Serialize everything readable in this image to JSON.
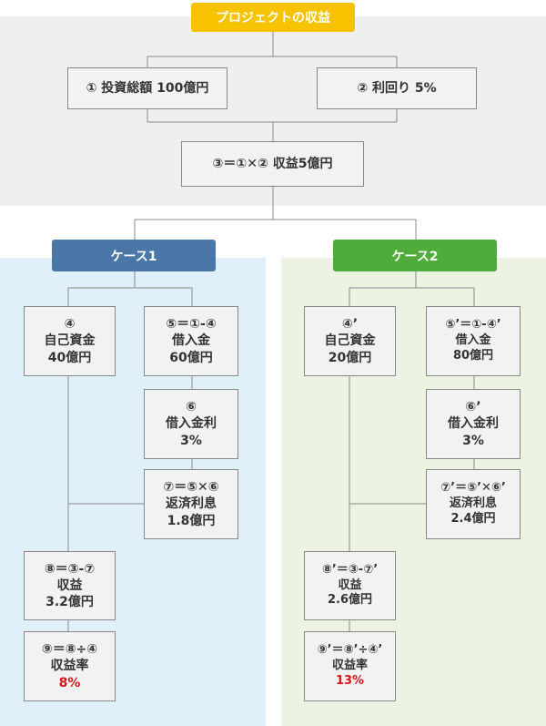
{
  "colors": {
    "top_bg": "#efefef",
    "case1_bg": "#dff0fa",
    "case2_bg": "#ecf3e2",
    "title_bg": "#f7c300",
    "case1_header": "#4a77a8",
    "case2_header": "#4fac3a",
    "highlight": "#d8141c"
  },
  "title": "プロジェクトの収益",
  "top": {
    "investment": "① 投資総額 100億円",
    "yield": "② 利回り 5%",
    "revenue": "③＝①✕② 収益5億円"
  },
  "case1": {
    "header": "ケース1",
    "equity": {
      "id": "④",
      "label": "自己資金",
      "value": "40億円"
    },
    "loan": {
      "id": "⑤＝①-④",
      "label": "借入金",
      "value": "60億円"
    },
    "rate": {
      "id": "⑥",
      "label": "借入金利",
      "value": "3%"
    },
    "interest": {
      "id": "⑦＝⑤✕⑥",
      "label": "返済利息",
      "value": "1.8億円"
    },
    "profit": {
      "id": "⑧＝③-⑦",
      "label": "収益",
      "value": "3.2億円"
    },
    "ratio": {
      "id": "⑨＝⑧÷④",
      "label": "収益率",
      "value": "8%"
    }
  },
  "case2": {
    "header": "ケース2",
    "equity": {
      "id": "④’",
      "label": "自己資金",
      "value": "20億円"
    },
    "loan": {
      "id": "⑤’＝①-④’",
      "label": "借入金",
      "value": "80億円"
    },
    "rate": {
      "id": "⑥’",
      "label": "借入金利",
      "value": "3%"
    },
    "interest": {
      "id": "⑦’＝⑤’✕⑥’",
      "label": "返済利息",
      "value": "2.4億円"
    },
    "profit": {
      "id": "⑧’＝③-⑦’",
      "label": "収益",
      "value": "2.6億円"
    },
    "ratio": {
      "id": "⑨’＝⑧’÷④’",
      "label": "収益率",
      "value": "13%"
    }
  }
}
